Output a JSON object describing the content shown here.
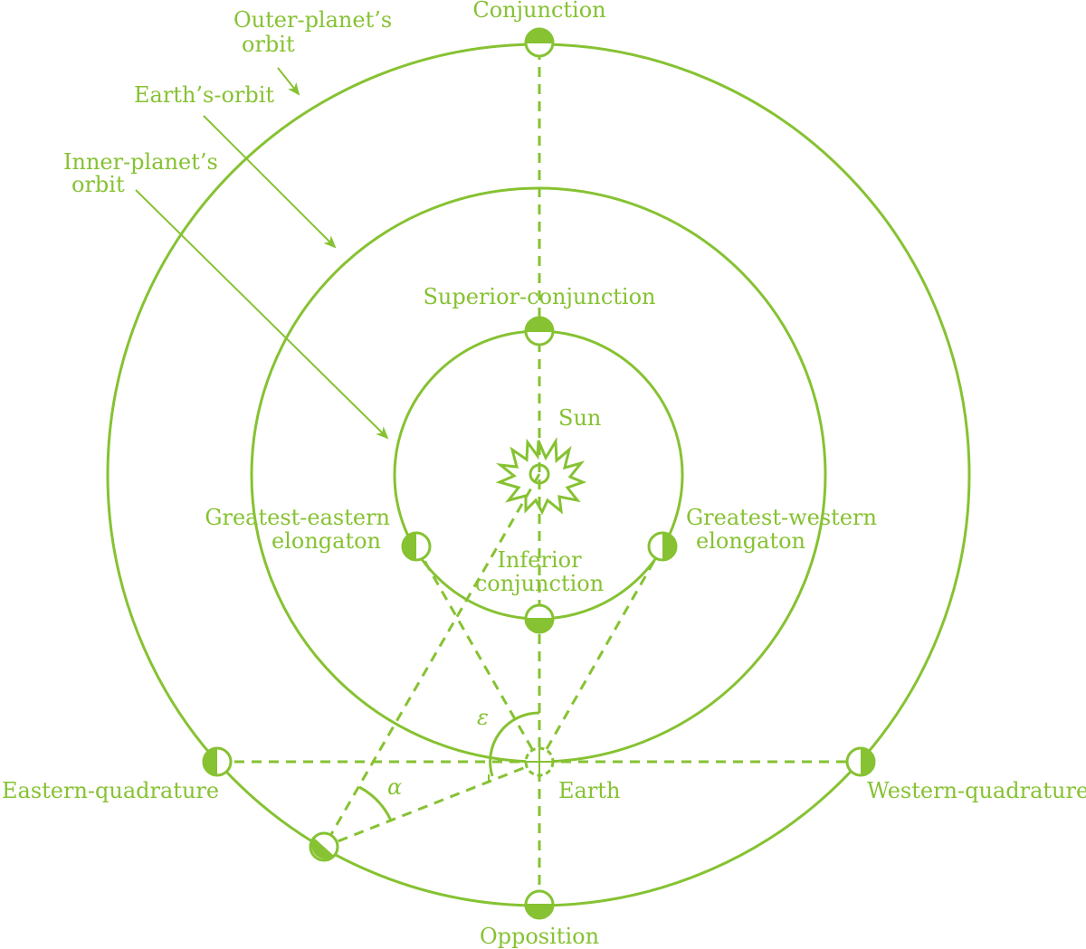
{
  "labels": {
    "outer_orbit_line1": "Outer-planet’s",
    "outer_orbit_line2": "orbit",
    "earth_orbit": "Earth’s-orbit",
    "inner_orbit_line1": "Inner-planet’s",
    "inner_orbit_line2": "orbit",
    "conjunction": "Conjunction",
    "superior_conjunction": "Superior-conjunction",
    "sun": "Sun",
    "greatest_eastern_line1": "Greatest-eastern",
    "greatest_eastern_line2": "elongaton",
    "greatest_western_line1": "Greatest-western",
    "greatest_western_line2": "elongaton",
    "inferior_line1": "Inferior",
    "inferior_line2": "conjunction",
    "eastern_quadrature": "Eastern-quadrature",
    "earth": "Earth",
    "western_quadrature": "Western-quadrature",
    "opposition": "Opposition",
    "alpha": "α",
    "epsilon": "ε"
  },
  "colors": {
    "accent": "#86c232",
    "background": "#ffffff"
  }
}
